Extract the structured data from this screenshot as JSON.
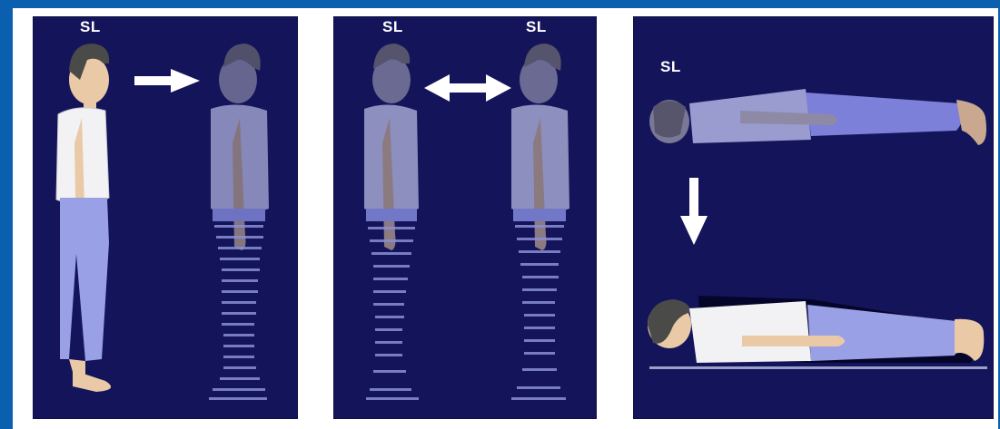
{
  "panels": [
    {
      "labels": [
        "SL"
      ],
      "arrow": "right"
    },
    {
      "labels": [
        "SL",
        "SL"
      ],
      "arrow": "both"
    },
    {
      "labels": [
        "SL"
      ],
      "arrow": "down"
    }
  ],
  "colors": {
    "background_blue": "#0a5fae",
    "panel_navy": "#14145a",
    "shirt": "#f2f2f4",
    "pants": "#9aa0e6",
    "skin": "#e9c9a6",
    "hair": "#4a4a48",
    "arrow": "#ffffff"
  }
}
